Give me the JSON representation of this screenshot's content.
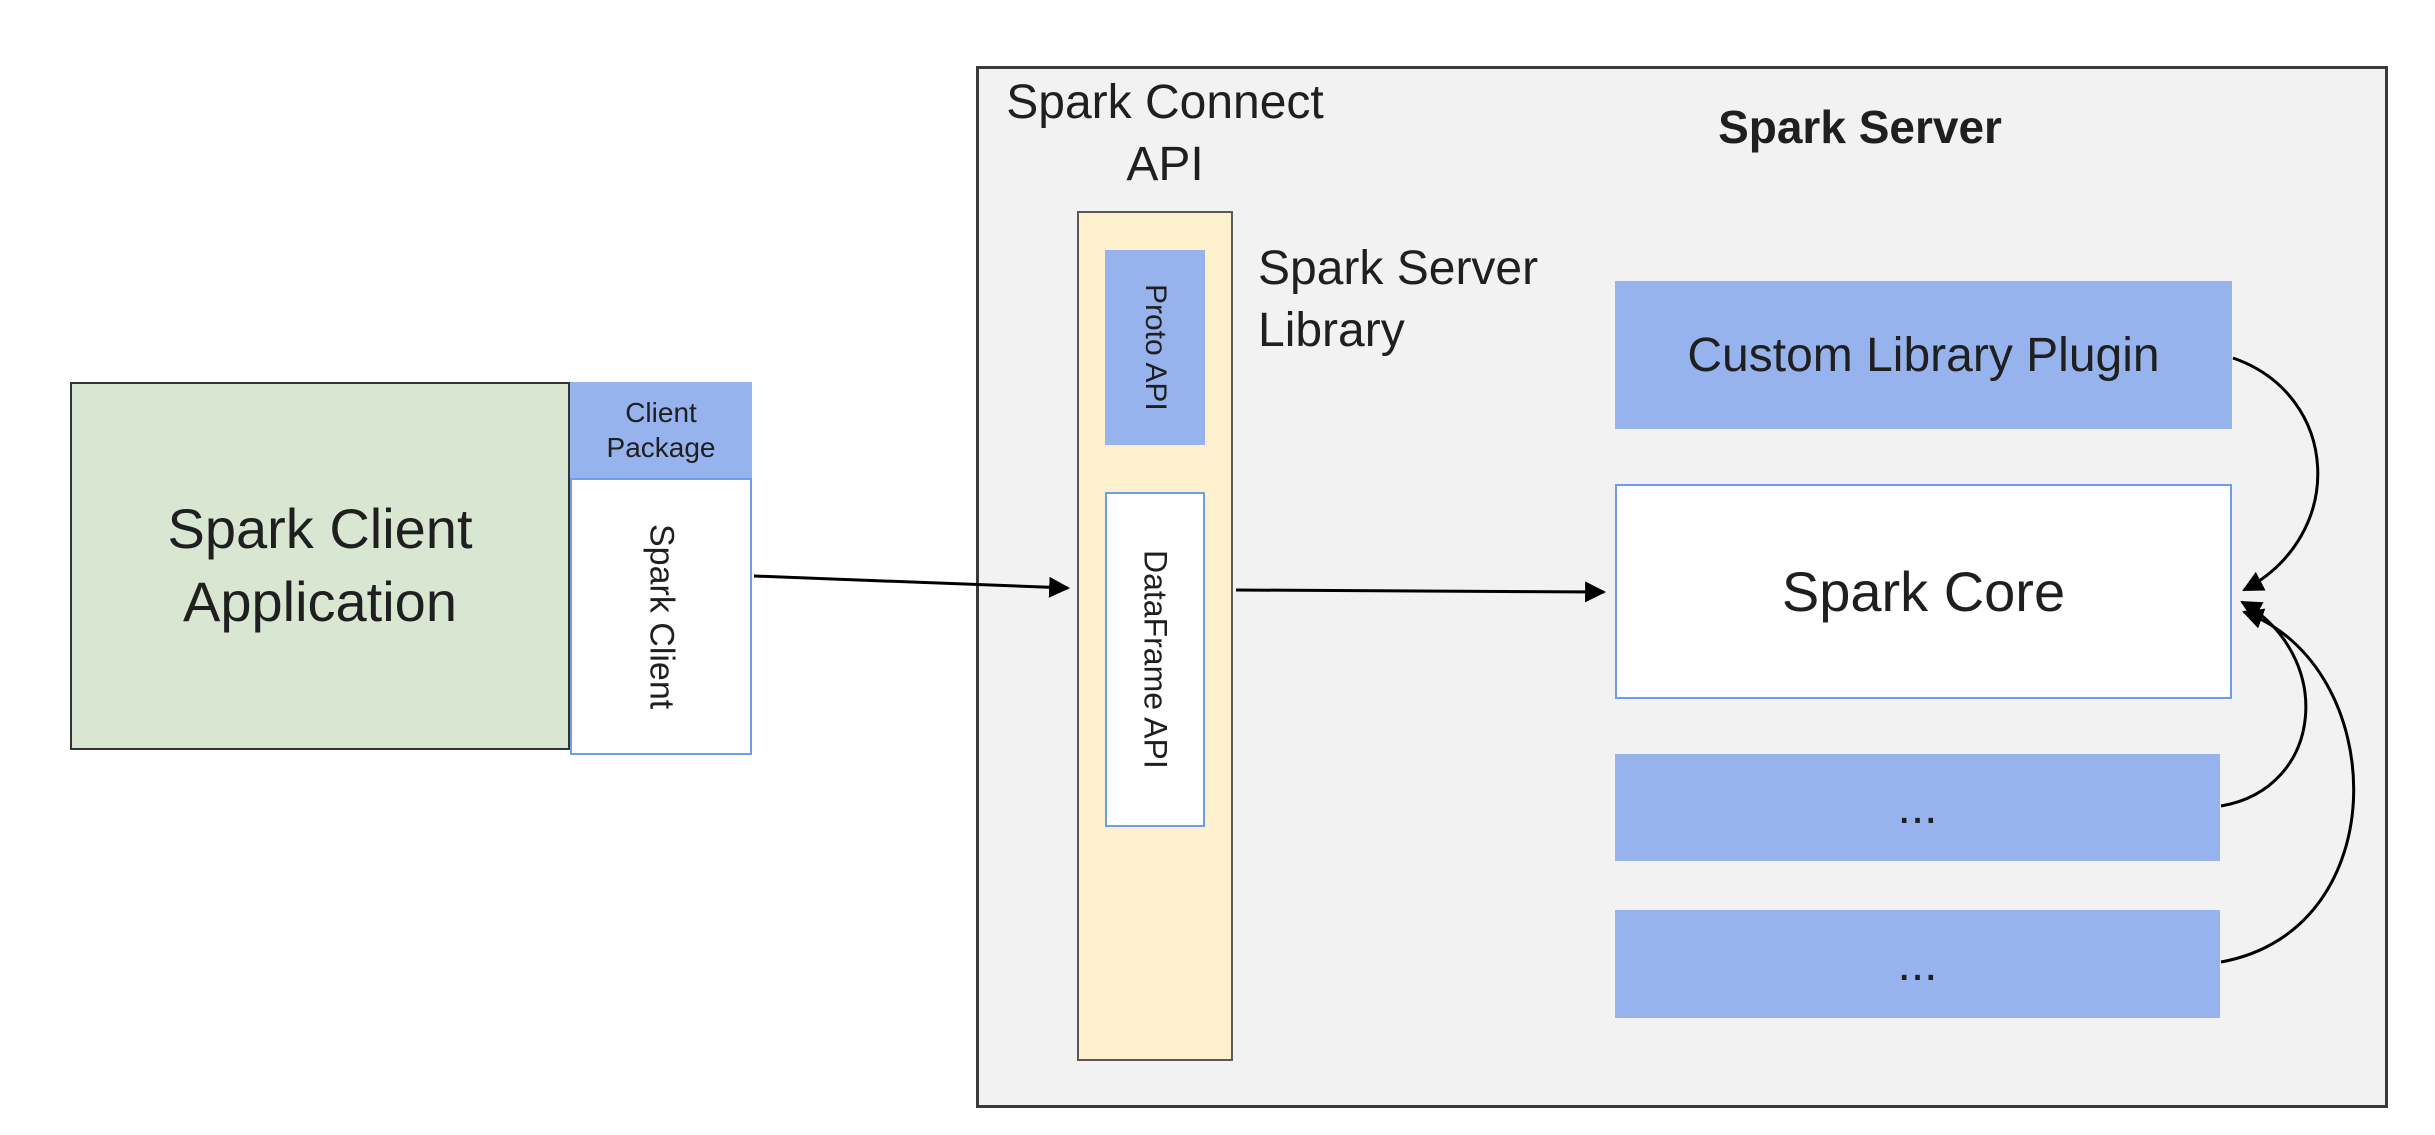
{
  "colors": {
    "blue_fill": "#97b3ee",
    "blue_border": "#6d9eeb",
    "green_fill": "#d9e7d2",
    "cream_fill": "#fdf0cd",
    "gray_fill": "#f2f2f2",
    "dark_border": "#3a3a3a",
    "arrow": "#000000"
  },
  "nodes": {
    "client_app": "Spark Client\nApplication",
    "client_package": "Client\nPackage",
    "spark_client": "Spark Client",
    "spark_connect_api": "Spark Connect\nAPI",
    "spark_server_title": "Spark Server",
    "server_library": "Spark Server\nLibrary",
    "proto_api": "Proto API",
    "dataframe_api": "DataFrame API",
    "custom_plugin": "Custom Library Plugin",
    "spark_core": "Spark Core",
    "more_1": "...",
    "more_2": "..."
  }
}
